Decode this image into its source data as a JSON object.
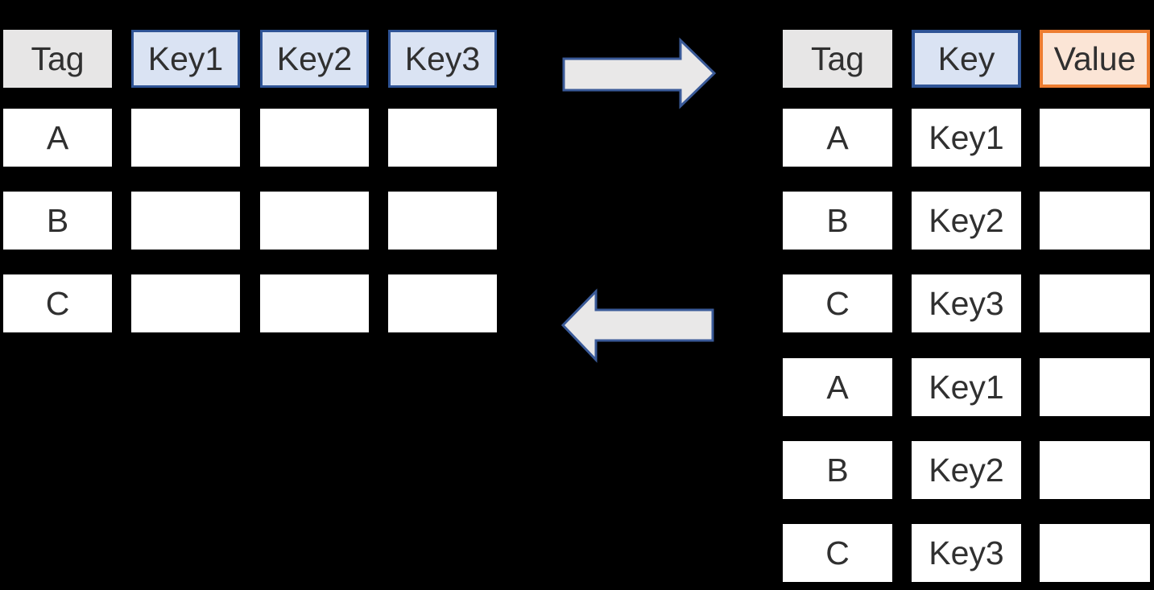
{
  "colors": {
    "background": "#000000",
    "tag_header_fill": "#E7E6E6",
    "key_header_fill": "#DAE3F3",
    "key_header_border": "#2F5496",
    "value_header_fill": "#FBE5D6",
    "value_header_border": "#ED7D31",
    "data_cell_fill": "#FFFFFF",
    "arrow_fill": "#E9E8E8",
    "arrow_border": "#3A5A98",
    "text": "#303030"
  },
  "wide_table": {
    "headers": [
      {
        "label": "Tag",
        "type": "tag"
      },
      {
        "label": "Key1",
        "type": "key"
      },
      {
        "label": "Key2",
        "type": "key"
      },
      {
        "label": "Key3",
        "type": "key"
      }
    ],
    "rows": [
      {
        "tag": "A",
        "values": [
          "",
          "",
          ""
        ]
      },
      {
        "tag": "B",
        "values": [
          "",
          "",
          ""
        ]
      },
      {
        "tag": "C",
        "values": [
          "",
          "",
          ""
        ]
      }
    ]
  },
  "long_table": {
    "headers": [
      {
        "label": "Tag",
        "type": "tag"
      },
      {
        "label": "Key",
        "type": "key"
      },
      {
        "label": "Value",
        "type": "value"
      }
    ],
    "rows": [
      {
        "tag": "A",
        "key": "Key1",
        "value": ""
      },
      {
        "tag": "B",
        "key": "Key2",
        "value": ""
      },
      {
        "tag": "C",
        "key": "Key3",
        "value": ""
      },
      {
        "tag": "A",
        "key": "Key1",
        "value": ""
      },
      {
        "tag": "B",
        "key": "Key2",
        "value": ""
      },
      {
        "tag": "C",
        "key": "Key3",
        "value": ""
      }
    ]
  },
  "arrows": {
    "to_long": {
      "direction": "right"
    },
    "to_wide": {
      "direction": "left"
    }
  }
}
